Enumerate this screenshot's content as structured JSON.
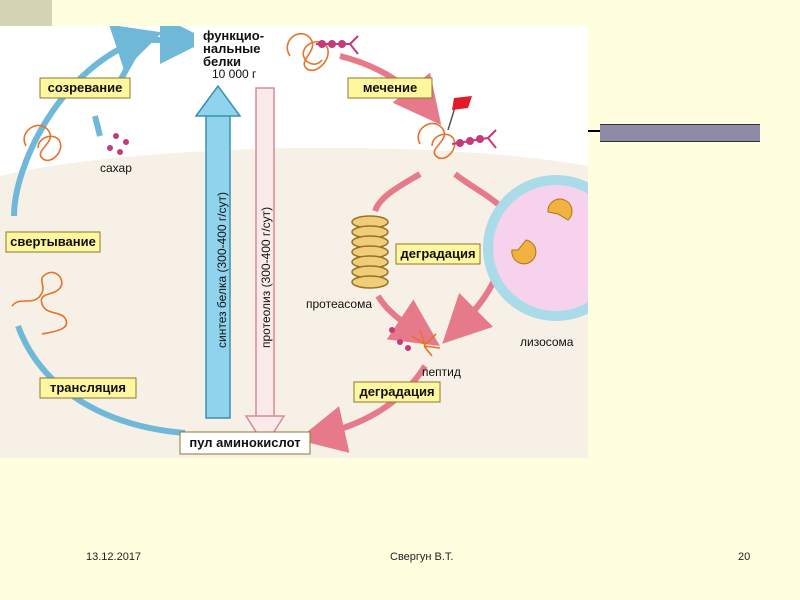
{
  "labels": {
    "functional_proteins": [
      "функцио-",
      "нальные",
      "белки"
    ],
    "amount": "10 000 г",
    "maturation": "созревание",
    "sugar": "сахар",
    "folding": "свертывание",
    "translation": "трансляция",
    "amino_acid_pool": "пул аминокислот",
    "labeling": "мечение",
    "degradation_1": "деградация",
    "proteasome": "протеасома",
    "lysosome": "лизосома",
    "peptide": "пептид",
    "degradation_2": "деградация",
    "synthesis": "синтез белка (300-400 г/сут)",
    "proteolysis": "протеолиз (300-400 г/сут)"
  },
  "footer": {
    "date": "13.12.2017",
    "author": "Свергун В.Т.",
    "page": "20"
  }
}
